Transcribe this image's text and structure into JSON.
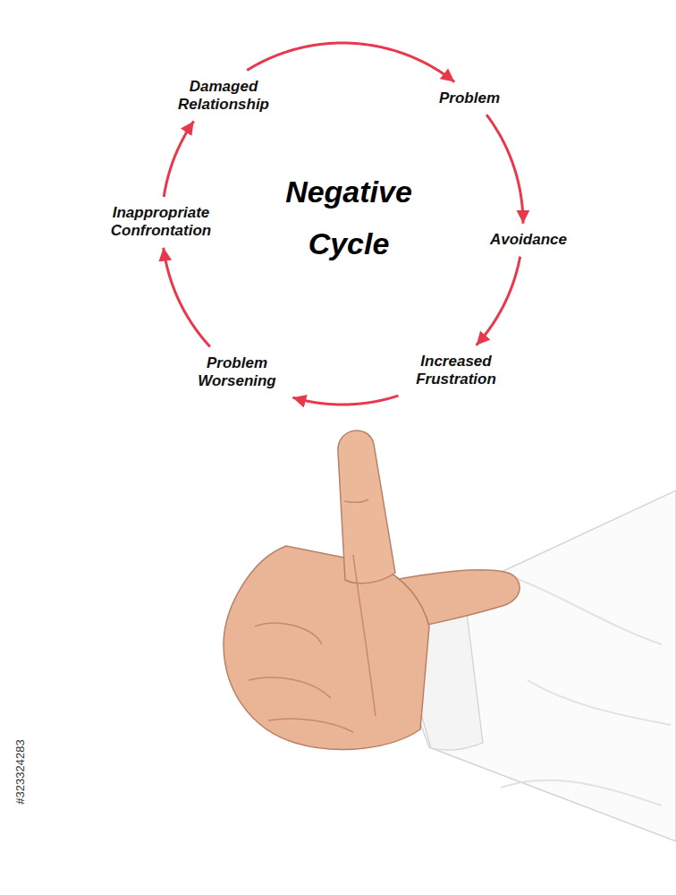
{
  "diagram": {
    "title": "Negative Cycle",
    "nodes": [
      {
        "text": [
          "Problem"
        ]
      },
      {
        "text": [
          "Avoidance"
        ]
      },
      {
        "text": [
          "Increased Frustration"
        ]
      },
      {
        "text": [
          "Problem Worsening"
        ]
      },
      {
        "text": [
          "Inappropriate Confrontation"
        ]
      },
      {
        "text": [
          "Damaged Relationship"
        ]
      }
    ],
    "edges": [
      {
        "from": 0,
        "to": 1,
        "arrow": "to"
      },
      {
        "from": 1,
        "to": 2,
        "arrow": "to"
      },
      {
        "from": 2,
        "to": 3,
        "arrow": "to"
      },
      {
        "from": 3,
        "to": 4,
        "arrow": "to"
      },
      {
        "from": 4,
        "to": 5,
        "arrow": "to"
      },
      {
        "from": 5,
        "to": 0,
        "arrow": "to"
      }
    ],
    "labels": [
      "#323324283"
    ]
  }
}
